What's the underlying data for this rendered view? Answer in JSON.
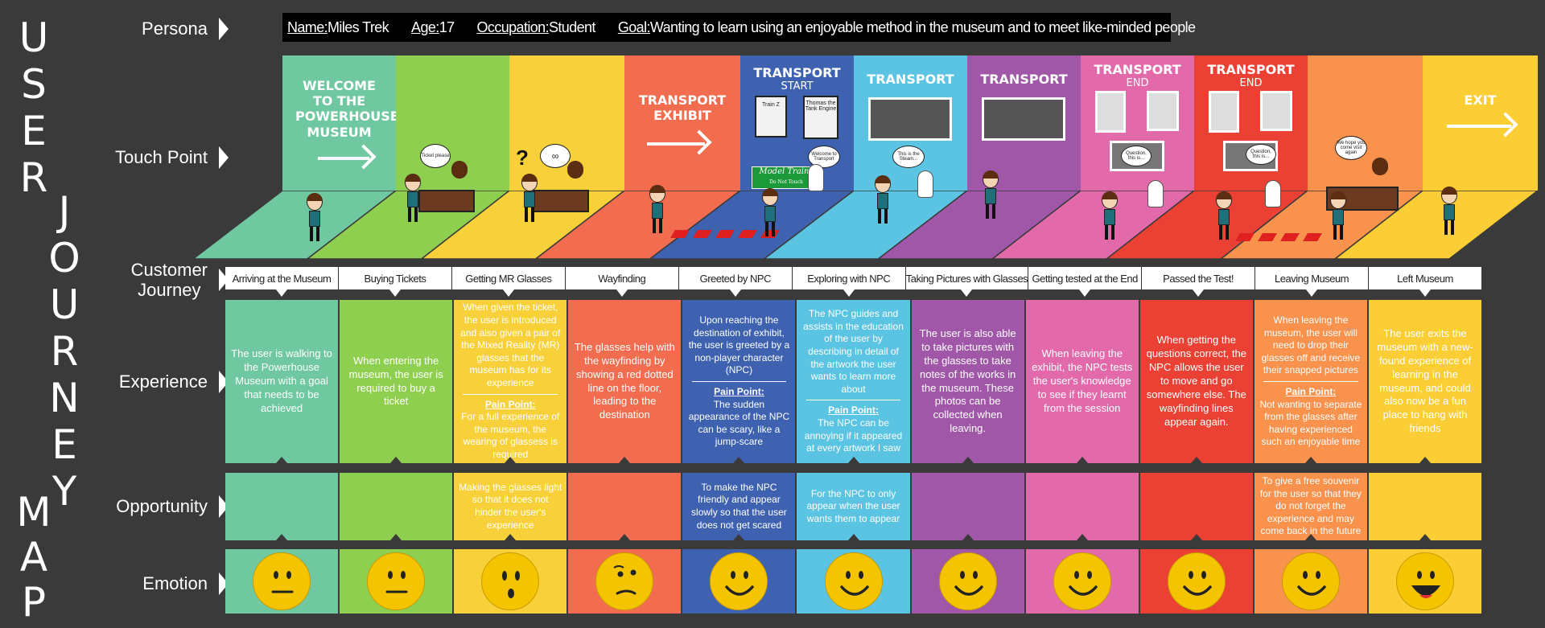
{
  "title": {
    "line1": [
      "U",
      "S",
      "E",
      "R"
    ],
    "line2": [
      "J",
      "O",
      "U",
      "R",
      "N",
      "E",
      "Y"
    ],
    "line3": [
      "M",
      "A",
      "P"
    ]
  },
  "row_labels": {
    "persona": "Persona",
    "touch_point": "Touch Point",
    "customer_journey_1": "Customer",
    "customer_journey_2": "Journey",
    "experience": "Experience",
    "opportunity": "Opportunity",
    "emotion": "Emotion"
  },
  "persona": {
    "name_key": "Name:",
    "name_val": "Miles Trek",
    "age_key": "Age:",
    "age_val": "17",
    "occ_key": "Occupation:",
    "occ_val": "Student",
    "goal_key": "Goal:",
    "goal_val": "Wanting to learn using an enjoyable method in the museum and to meet like-minded people"
  },
  "touch_points": {
    "welcome": "WELCOME TO THE POWERHOUSE MUSEUM",
    "exhibit": "TRANSPORT EXHIBIT",
    "transport_start": "TRANSPORT",
    "start_sub": "START",
    "transport": "TRANSPORT",
    "transport_end": "TRANSPORT",
    "end_sub": "END",
    "exit": "EXIT",
    "bubble_ticket": "Ticket please",
    "bubble_npc1": "Welcome to Transport",
    "bubble_npc2": "This is the Steam...",
    "bubble_npc3": "Question, this is...",
    "bubble_leave": "We hope you come visit again",
    "sign_model": "Model Trains",
    "sign_sub": "Do Not Touch",
    "picture_text1": "Train Z",
    "picture_text2": "Thomas the Tank Engine"
  },
  "journey": [
    "Arriving at the Museum",
    "Buying Tickets",
    "Getting MR Glasses",
    "Wayfinding",
    "Greeted by NPC",
    "Exploring with NPC",
    "Taking Pictures with Glasses",
    "Getting tested at the End",
    "Passed the Test!",
    "Leaving Museum",
    "Left Museum"
  ],
  "colors": [
    "#6fc8a0",
    "#8fcf4f",
    "#f8d13a",
    "#f26c4f",
    "#3e62b0",
    "#5bc4e2",
    "#a057a8",
    "#e36aaa",
    "#ea4134",
    "#f8924c",
    "#fbce35"
  ],
  "experience": [
    {
      "text": "The user is walking to the Powerhouse Museum with a goal that needs to be achieved"
    },
    {
      "text": "When entering the museum, the user is required to buy a ticket"
    },
    {
      "text": "When given the ticket, the user is introduced and also given a pair of the Mixed Reality (MR) glasses that the museum has for its experience",
      "pain_label": "Pain Point:",
      "pain": "For a full experience of the museum, the wearing of glassess is required"
    },
    {
      "text": "The glasses help with the wayfinding by showing a red dotted line on the floor, leading to the destination"
    },
    {
      "text": "Upon reaching the destination of exhibit, the user is greeted by a non-player character (NPC)",
      "pain_label": "Pain Point:",
      "pain": "The sudden appearance of the NPC can be scary, like a jump-scare"
    },
    {
      "text": "The NPC guides and assists in the education of the user by describing in detail of the artwork the user wants to learn more about",
      "pain_label": "Pain Point:",
      "pain": "The NPC can be annoying if it appeared at every artwork I saw"
    },
    {
      "text": "The user is also able to take pictures with the glasses to take notes of the works in the museum. These photos can be collected when leaving."
    },
    {
      "text": "When leaving the exhibit, the NPC tests the user's knowledge to see if they learnt from the session"
    },
    {
      "text": "When getting the questions correct, the NPC allows the user to move and go somewhere else. The wayfinding lines appear again."
    },
    {
      "text": "When leaving the museum, the user will need to drop their glasses off and receive their snapped pictures",
      "pain_label": "Pain Point:",
      "pain": "Not wanting to separate from the glasses after having experienced such an enjoyable time"
    },
    {
      "text": "The user exits the museum with a new-found experience of learning in the museum, and could also now be a fun place to hang with friends"
    }
  ],
  "opportunity": [
    "",
    "",
    "Making the glasses light so that it does not hinder the user's experience",
    "",
    "To make the NPC friendly and appear slowly so that the user does not get scared",
    "For the NPC to only appear when the user wants them to appear",
    "",
    "",
    "",
    "To give a free souvenir for the user so that they do not forget the experience and may come back in the future",
    ""
  ],
  "emotion": [
    "neutral",
    "neutral",
    "surprised",
    "thinking",
    "happy",
    "happy",
    "happy",
    "happy",
    "happy",
    "happy",
    "joy"
  ]
}
